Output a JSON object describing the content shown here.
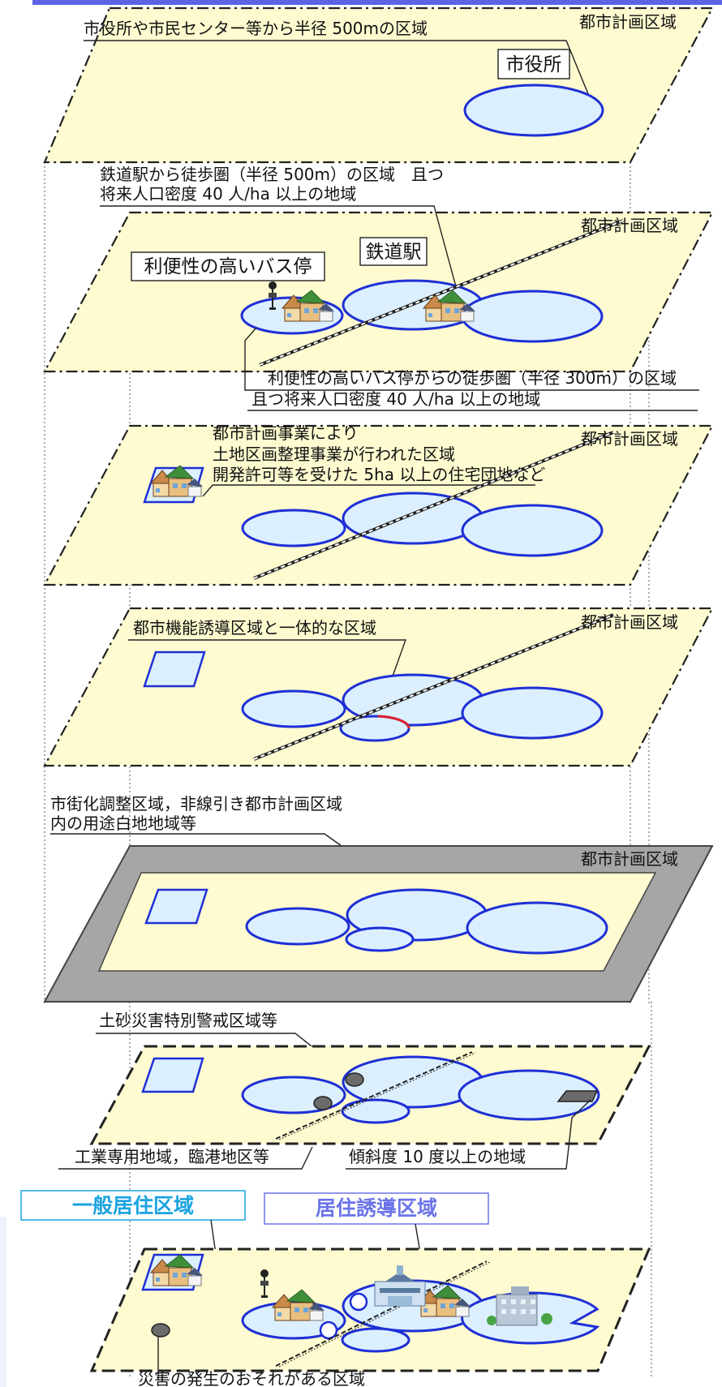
{
  "colors": {
    "plane_fill": "#fefbd0",
    "circle_fill": "#dcefff",
    "circle_stroke": "#1e2fd6",
    "dark_band": "#a6a6a6",
    "top_bar": "#5c63e6",
    "general_residential": "#1aa3e0",
    "residential_induction": "#6b74e8",
    "red_arc": "#e0202a"
  },
  "layer1": {
    "area": "都市計画区域",
    "note": "市役所や市民センター等から半径 500mの区域",
    "cityhall": "市役所"
  },
  "layer2": {
    "area": "都市計画区域",
    "note_line1": "鉄道駅から徒歩圏（半径 500m）の区域　且つ",
    "note_line2": "将来人口密度 40 人/ha 以上の地域",
    "busstop": "利便性の高いバス停",
    "station": "鉄道駅",
    "note2_line1": "利便性の高いバス停からの徒歩圏（半径 300m）の区域",
    "note2_line2": "且つ将来人口密度 40 人/ha 以上の地域"
  },
  "layer3": {
    "area": "都市計画区域",
    "note_line1": "都市計画事業により",
    "note_line2": "土地区画整理事業が行われた区域",
    "note_line3": "開発許可等を受けた 5ha 以上の住宅団地など"
  },
  "layer4": {
    "area": "都市計画区域",
    "note": "都市機能誘導区域と一体的な区域"
  },
  "layer5": {
    "area": "都市計画区域",
    "note_line1": "市街化調整区域，非線引き都市計画区域",
    "note_line2": "内の用途白地地域等"
  },
  "layer6": {
    "note_a": "土砂災害特別警戒区域等",
    "note_b": "工業専用地域，臨港地区等",
    "note_c": "傾斜度 10 度以上の地域"
  },
  "legend": {
    "general": "一般居住区域",
    "induction": "居住誘導区域"
  },
  "layer7": {
    "note": "災害の発生のおそれがある区域"
  }
}
